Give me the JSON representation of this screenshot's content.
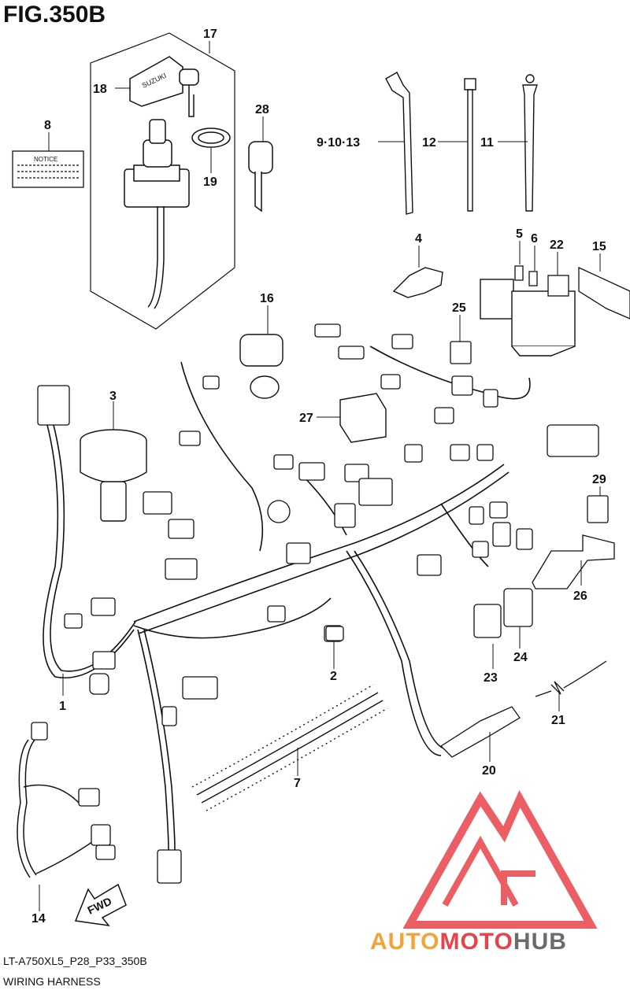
{
  "figure": {
    "title": "FIG.350B",
    "code": "LT-A750XL5_P28_P33_350B",
    "caption": "WIRING HARNESS"
  },
  "notice_label": "NOTICE",
  "fwd_label": "FWD",
  "logo_letters": "SUZUKI",
  "watermark": {
    "part1": "AUTO",
    "part2": "MOTO",
    "part3": "HUB",
    "colors": {
      "auto": "#f2a33a",
      "moto": "#e8434a",
      "hub": "#6b6b6b",
      "emblem": "#e8434a"
    }
  },
  "callouts": {
    "c1": "1",
    "c2": "2",
    "c3": "3",
    "c4": "4",
    "c5": "5",
    "c6": "6",
    "c7": "7",
    "c8": "8",
    "c9": "9·10·13",
    "c11": "11",
    "c12": "12",
    "c14": "14",
    "c15": "15",
    "c16": "16",
    "c17": "17",
    "c18": "18",
    "c19": "19",
    "c20": "20",
    "c21": "21",
    "c22": "22",
    "c23": "23",
    "c24": "24",
    "c25": "25",
    "c26": "26",
    "c27": "27",
    "c28": "28",
    "c29": "29"
  }
}
